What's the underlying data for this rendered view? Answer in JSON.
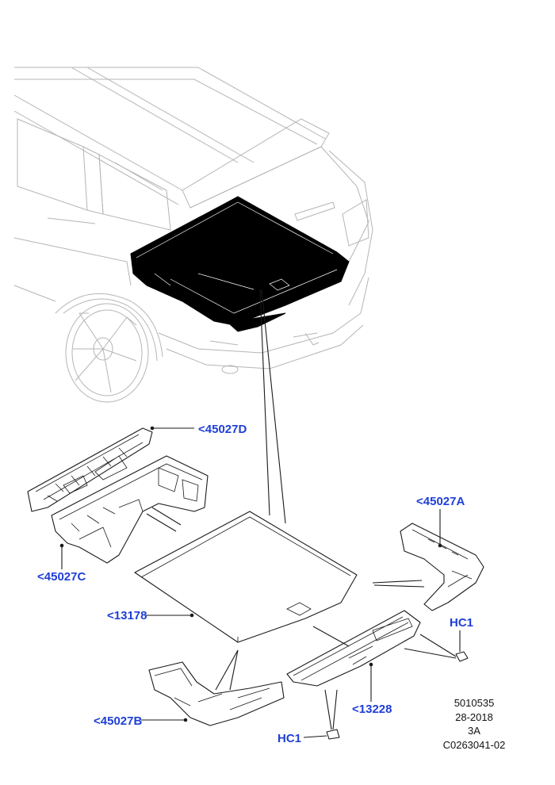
{
  "callouts": {
    "c45027D": "<45027D",
    "c45027A": "<45027A",
    "c45027C": "<45027C",
    "c13178": "<13178",
    "cHC1_right": "HC1",
    "c13228": "<13228",
    "c45027B": "<45027B",
    "cHC1_bottom": "HC1"
  },
  "reference": {
    "line1": "5010535",
    "line2": "28-2018",
    "line3": "3A",
    "line4": "C0263041-02"
  },
  "colors": {
    "callout": "#1f3fd6",
    "line": "#1a1a1a",
    "vehicle_outline": "#b5b5b5",
    "highlight_fill": "#000000"
  }
}
